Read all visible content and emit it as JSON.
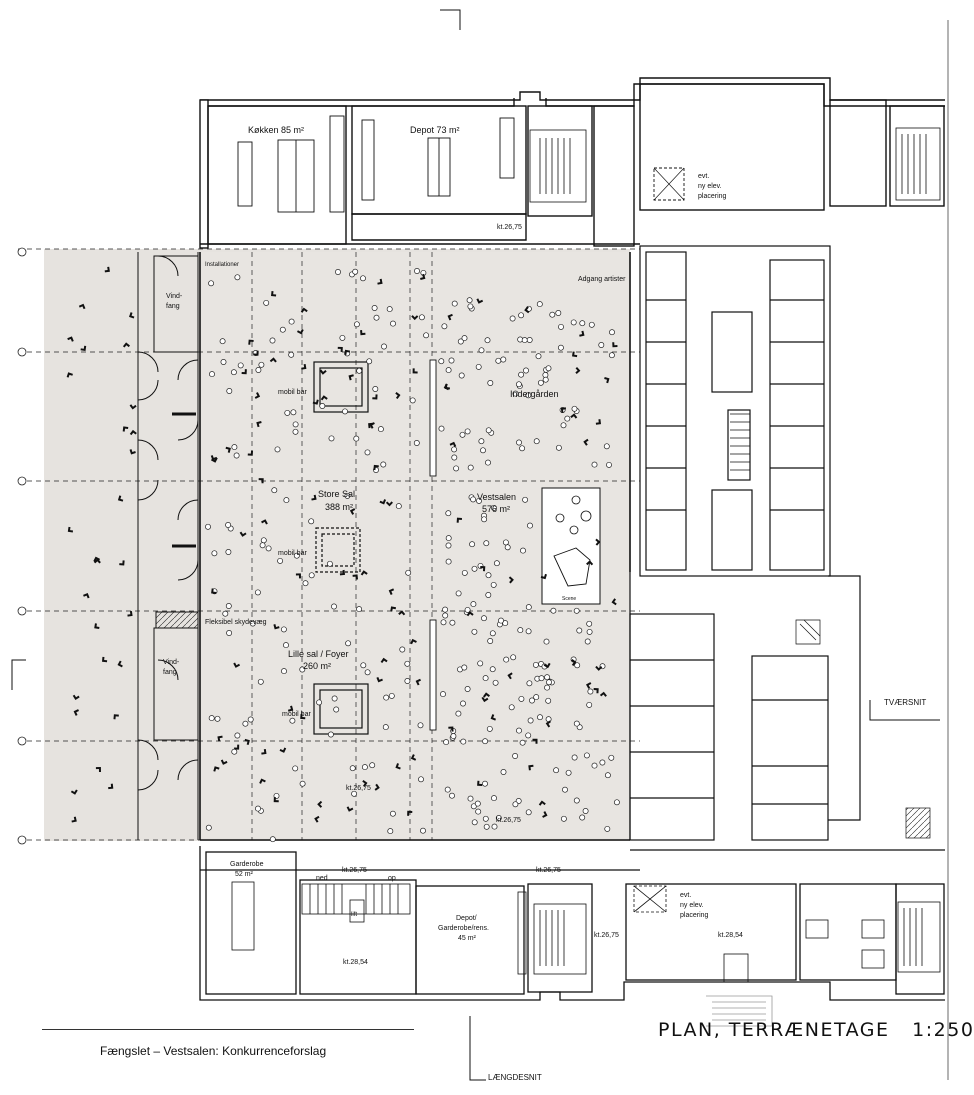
{
  "plan": {
    "title": "PLAN, TERRÆNETAGE",
    "scale": "1:250",
    "project": "Fængslet – Vestsalen: Konkurrenceforslag",
    "sections": {
      "cross": "TVÆRSNIT",
      "long": "LÆNGDESNIT"
    }
  },
  "rooms": {
    "kokken": "Køkken 85 m²",
    "depot": "Depot 73 m²",
    "elev_top": [
      "evt.",
      "ny elev.",
      "placering"
    ],
    "installationer": "Installationer",
    "adgang": "Adgang artister",
    "vindfang_top": [
      "Vind-",
      "fang"
    ],
    "vindfang_bottom": [
      "Vind-",
      "fang"
    ],
    "mobil_bar": "mobil bar",
    "indergarden": "Indergården",
    "store_sal": [
      "Store Sal",
      "388 m²"
    ],
    "vestsalen": [
      "Vestsalen",
      "576 m²"
    ],
    "scene": "Scene",
    "fleksibel": "Fleksibel skydevæg",
    "lille_sal": [
      "Lille sal / Foyer",
      "260 m²"
    ],
    "garderobe": [
      "Garderobe",
      "52 m²"
    ],
    "depot_garderobe": [
      "Depot/",
      "Garderobe/rens.",
      "45 m²"
    ],
    "elev_bottom": [
      "evt.",
      "ny elev.",
      "placering"
    ],
    "ned": "ned",
    "op": "op",
    "lift": "lift"
  },
  "levels": {
    "top": "kt.26,75",
    "store_sal": "kt.26,75",
    "vestsalen": "kt.26,75",
    "corridor_left": "kt.26,75",
    "corridor_right": "kt.26,75",
    "stair_left": "kt.28,54",
    "stair_right": "kt.26,75",
    "right_block": "kt.28,54"
  }
}
